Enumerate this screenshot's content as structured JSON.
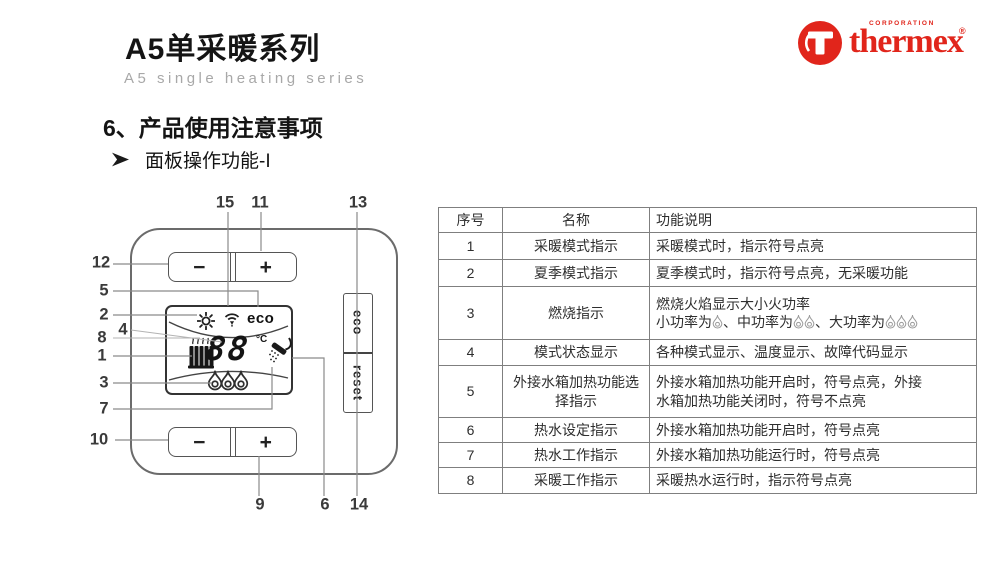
{
  "header": {
    "title": "A5单采暖系列",
    "subtitle": "A5 single heating series",
    "logo": {
      "corporation": "CORPORATION",
      "brand": "thermex",
      "reg": "®"
    }
  },
  "section": {
    "heading": "6、产品使用注意事项",
    "bullet_text": "面板操作功能-I"
  },
  "colors": {
    "brand_red": "#e1251b",
    "line_gray": "#8a8a8a",
    "border_gray": "#555555"
  },
  "diagram": {
    "buttons": {
      "minus": "−",
      "plus": "+",
      "eco_side": "eco",
      "reset": "reset"
    },
    "lcd": {
      "eco": "eco",
      "value": "88",
      "unit": "°C"
    },
    "callouts": {
      "n1": "1",
      "n2": "2",
      "n3": "3",
      "n4": "4",
      "n5": "5",
      "n6": "6",
      "n7": "7",
      "n8": "8",
      "n9": "9",
      "n10": "10",
      "n11": "11",
      "n12": "12",
      "n13": "13",
      "n14": "14",
      "n15": "15"
    }
  },
  "table": {
    "headers": [
      "序号",
      "名称",
      "功能说明"
    ],
    "rows": [
      {
        "no": "1",
        "name": "采暖模式指示",
        "desc": "采暖模式时，指示符号点亮"
      },
      {
        "no": "2",
        "name": "夏季模式指示",
        "desc": "夏季模式时，指示符号点亮，无采暖功能"
      },
      {
        "no": "3",
        "name": "燃烧指示",
        "desc_line1": "燃烧火焰显示大小火功率",
        "desc2_small": "小功率为",
        "desc2_mid": "、中功率为",
        "desc2_big": "、大功率为"
      },
      {
        "no": "4",
        "name": "模式状态显示",
        "desc": "各种模式显示、温度显示、故障代码显示"
      },
      {
        "no": "5",
        "name": "外接水箱加热功能选择指示",
        "desc_line1": "外接水箱加热功能开启时，符号点亮，外接",
        "desc_line2": "水箱加热功能关闭时，符号不点亮"
      },
      {
        "no": "6",
        "name": "热水设定指示",
        "desc": "外接水箱加热功能开启时，符号点亮"
      },
      {
        "no": "7",
        "name": "热水工作指示",
        "desc": "外接水箱加热功能运行时，符号点亮"
      },
      {
        "no": "8",
        "name": "采暖工作指示",
        "desc": "采暖热水运行时，指示符号点亮"
      }
    ]
  }
}
